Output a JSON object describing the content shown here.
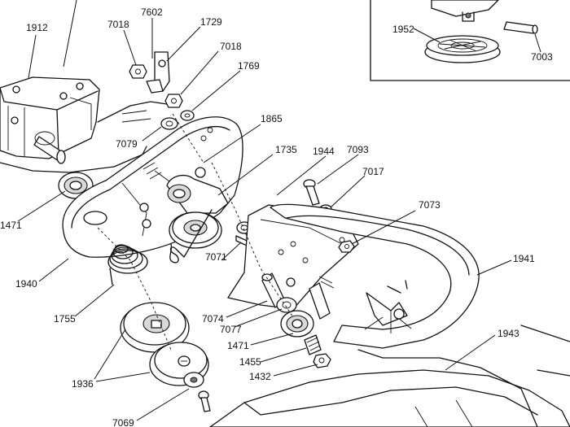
{
  "labels": {
    "p1912": "1912",
    "p7018a": "7018",
    "p7602": "7602",
    "p1729": "1729",
    "p7018b": "7018",
    "p1769": "1769",
    "p1952": "1952",
    "p7003": "7003",
    "p7079": "7079",
    "p1865": "1865",
    "p1735": "1735",
    "p1944": "1944",
    "p7093": "7093",
    "p7017": "7017",
    "p1471a": "1471",
    "p7073": "7073",
    "p1941": "1941",
    "p1940": "1940",
    "p7071": "7071",
    "p1755": "1755",
    "p7074": "7074",
    "p7077": "7077",
    "p1943": "1943",
    "p1471b": "1471",
    "p1455": "1455",
    "p1432": "1432",
    "p1936": "1936",
    "p7069": "7069"
  }
}
